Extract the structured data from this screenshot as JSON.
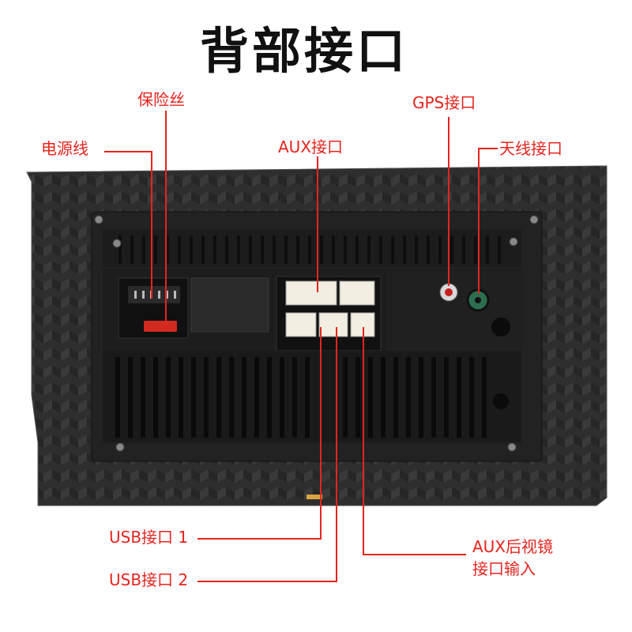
{
  "title": "背部接口",
  "colors": {
    "accent": "#e5241e",
    "panel": "#2b2b2b",
    "heatsink": "#1a1a1a",
    "connector": "#f3eee2"
  },
  "labels": {
    "fuse": "保险丝",
    "power": "电源线",
    "aux": "AUX接口",
    "gps": "GPS接口",
    "antenna": "天线接口",
    "usb1": "USB接口 1",
    "usb2": "USB接口 2",
    "aux_rear_line1": "AUX后视镜",
    "aux_rear_line2": "接口输入"
  }
}
